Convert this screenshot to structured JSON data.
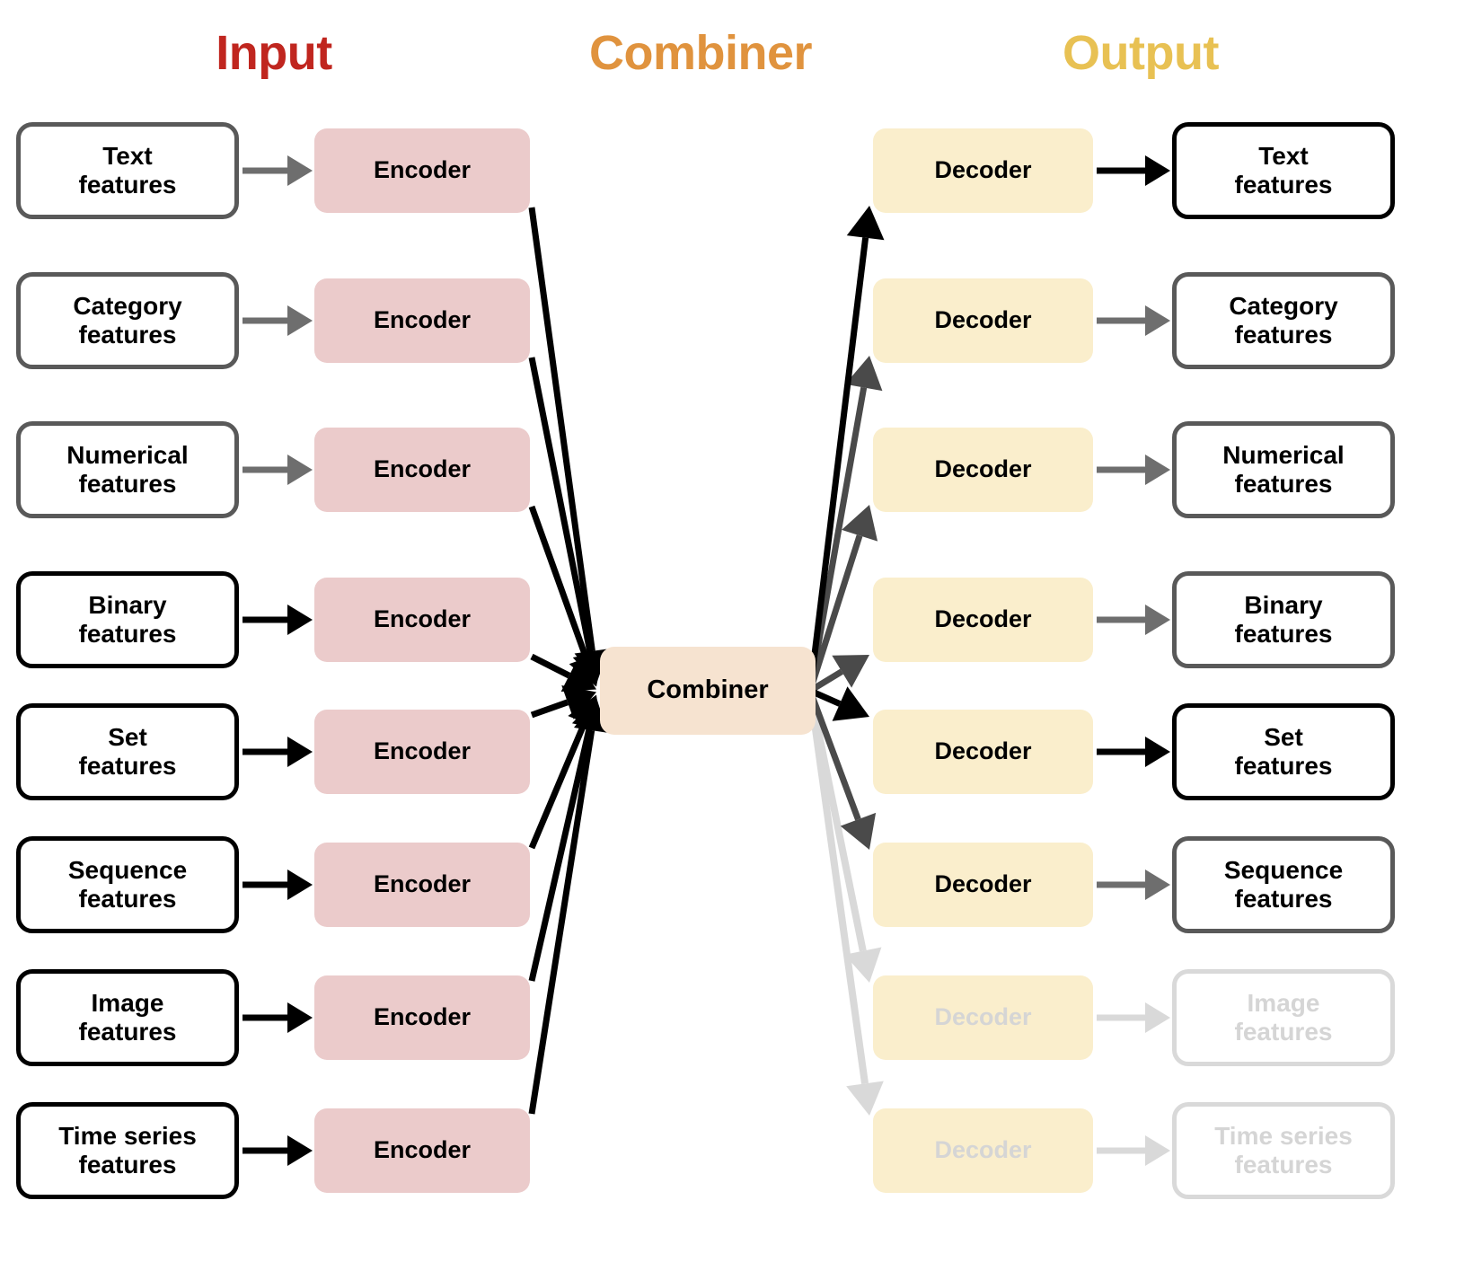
{
  "titles": {
    "input": "Input",
    "combiner": "Combiner",
    "output": "Output"
  },
  "colors": {
    "input_title": "#C0261F",
    "combiner_title": "#E0933E",
    "output_title": "#E8C153",
    "encoder_fill": "#EBCBCB",
    "decoder_fill": "#FAEECC",
    "combiner_fill": "#F6E3D0",
    "edge_black": "#000000",
    "edge_dark_gray": "#4A4A4A",
    "edge_gray": "#6E6E6E",
    "edge_light_gray": "#D9D9D9",
    "border_strong": "#000000",
    "border_muted": "#595959",
    "border_faded": "#D9D9D9",
    "text_faded": "#D5D5D5"
  },
  "combiner": {
    "label": "Combiner"
  },
  "encoder_label": "Encoder",
  "decoder_label": "Decoder",
  "rows": [
    {
      "id": "text",
      "input_label": "Text\nfeatures",
      "output_label": "Text\nfeatures",
      "input_emphasis": "muted",
      "output_emphasis": "strong",
      "in_arrow": "gray",
      "out_arrow": "black",
      "fan_in": "black",
      "fan_out": "black",
      "faded": false
    },
    {
      "id": "category",
      "input_label": "Category\nfeatures",
      "output_label": "Category\nfeatures",
      "input_emphasis": "muted",
      "output_emphasis": "muted",
      "in_arrow": "gray",
      "out_arrow": "gray",
      "fan_in": "black",
      "fan_out": "dark-gray",
      "faded": false
    },
    {
      "id": "numerical",
      "input_label": "Numerical\nfeatures",
      "output_label": "Numerical\nfeatures",
      "input_emphasis": "muted",
      "output_emphasis": "muted",
      "in_arrow": "gray",
      "out_arrow": "gray",
      "fan_in": "black",
      "fan_out": "dark-gray",
      "faded": false
    },
    {
      "id": "binary",
      "input_label": "Binary\nfeatures",
      "output_label": "Binary\nfeatures",
      "input_emphasis": "strong",
      "output_emphasis": "muted",
      "in_arrow": "black",
      "out_arrow": "gray",
      "fan_in": "black",
      "fan_out": "dark-gray",
      "faded": false
    },
    {
      "id": "set",
      "input_label": "Set\nfeatures",
      "output_label": "Set\nfeatures",
      "input_emphasis": "strong",
      "output_emphasis": "strong",
      "in_arrow": "black",
      "out_arrow": "black",
      "fan_in": "black",
      "fan_out": "black",
      "faded": false
    },
    {
      "id": "sequence",
      "input_label": "Sequence\nfeatures",
      "output_label": "Sequence\nfeatures",
      "input_emphasis": "strong",
      "output_emphasis": "muted",
      "in_arrow": "black",
      "out_arrow": "gray",
      "fan_in": "black",
      "fan_out": "dark-gray",
      "faded": false
    },
    {
      "id": "image",
      "input_label": "Image\nfeatures",
      "output_label": "Image\nfeatures",
      "input_emphasis": "strong",
      "output_emphasis": "faded",
      "in_arrow": "black",
      "out_arrow": "light-gray",
      "fan_in": "black",
      "fan_out": "light-gray",
      "faded": true
    },
    {
      "id": "timeseries",
      "input_label": "Time series\nfeatures",
      "output_label": "Time series\nfeatures",
      "input_emphasis": "strong",
      "output_emphasis": "faded",
      "in_arrow": "black",
      "out_arrow": "light-gray",
      "fan_in": "black",
      "fan_out": "light-gray",
      "faded": true
    }
  ]
}
